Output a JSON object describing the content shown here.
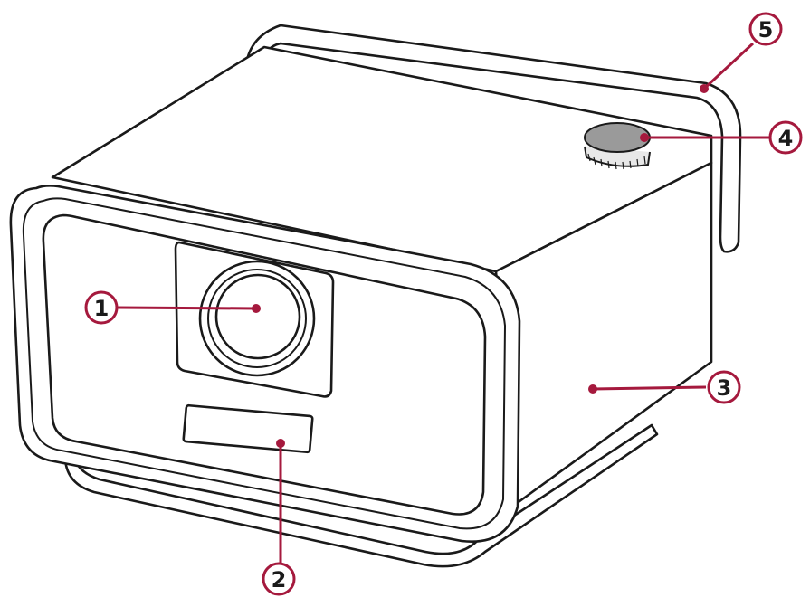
{
  "callouts": [
    {
      "id": 1,
      "label": "1",
      "part": "lens"
    },
    {
      "id": 2,
      "label": "2",
      "part": "front-sensor-window"
    },
    {
      "id": 3,
      "label": "3",
      "part": "side-body"
    },
    {
      "id": 4,
      "label": "4",
      "part": "focus-wheel"
    },
    {
      "id": 5,
      "label": "5",
      "part": "stand-handle"
    }
  ],
  "colors": {
    "callout_accent": "#a5193d",
    "outline": "#1a1a1a",
    "focus_wheel": "#9a9a9a"
  }
}
